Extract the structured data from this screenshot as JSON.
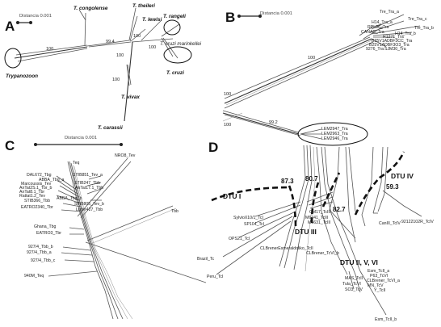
{
  "panels": {
    "A": {
      "letter": "A",
      "scale": "Distancia 0.001",
      "taxa": [
        "T. congolense",
        "T. theileri",
        "T. lewisi",
        "T. rangeli",
        "T. cruzi marinkellei",
        "Trypanozoon",
        "T. vivax",
        "T. cruzi",
        "T. carassii"
      ],
      "bootstrap": [
        "100",
        "99.4",
        "100",
        "100",
        "100",
        "100"
      ]
    },
    "B": {
      "letter": "B",
      "scale": "Distancia 0.001",
      "taxa": [
        "Tre_Tra_a",
        "Tre_Tra_c",
        "Tre_Tra_b",
        "H14_Tra_a",
        "RPL86_Tra",
        "CANAC_Tra",
        "H14_Tra_b",
        "R1271_Tra",
        "B25V1ADBF3CC_Tra",
        "B25V1ADBF3O3_Tra",
        "9276_Tra",
        "SJM30_Tra",
        "LEM2947_Tra",
        "LEM2963_Tra",
        "LEM2946_Tra"
      ],
      "bootstrap": [
        "100",
        "100",
        "100",
        "99.2"
      ]
    },
    "C": {
      "letter": "C",
      "scale": "Distancia 0.001",
      "taxa": [
        "Teq",
        "NRO8_Tev",
        "DAL672_Tbg",
        "STIB851_Tev_a",
        "ABBA_Tbg_a",
        "Marcoussis_Tev",
        "STIB247_Tbb",
        "AnTat2S.1_Tbr_b",
        "AnTat17.1_Tbb",
        "AnTat8.1_Tbr",
        "Rattat1.2_Tev",
        "STIB366_Tbb",
        "EATRO2340_Tbr",
        "ABBA_Tbg_b",
        "STIB805_Tev_b",
        "Lister427_Tbb",
        "Ghana_Tbg",
        "EATRO3_Tbr",
        "Tbb",
        "927/4_Tbb_b",
        "927/4_Tbb_a",
        "927/4_Tbb_c",
        "940M_Teq"
      ]
    },
    "D": {
      "letter": "D",
      "groups": [
        "DTU I",
        "DTU III",
        "DTU II, V, VI",
        "DTU IV"
      ],
      "bootstrap": [
        "87.3",
        "80.7",
        "82.7",
        "59.3"
      ],
      "taxa": [
        "SylvioX10/1_TcI",
        "SP104_TcI",
        "OPS21_TcI",
        "Brazil_Tc",
        "Peru_TcI",
        "CM17_TcIII",
        "M6241_TcIII",
        "M5631_TcIII",
        "CLBrenerEsmeraldoliko_TcII",
        "CLBrener_TcVI_b",
        "CanIII_TcIV",
        "92122102R_TcIV",
        "Esm_TcII_a",
        "P63_TcVI",
        "CLBrener_TcVI_a",
        "MAS_TcII",
        "Tula_TcVI",
        "MN_TcV",
        "Y_TcII",
        "SO3_TcV",
        "Esm_TcII_b"
      ]
    }
  }
}
